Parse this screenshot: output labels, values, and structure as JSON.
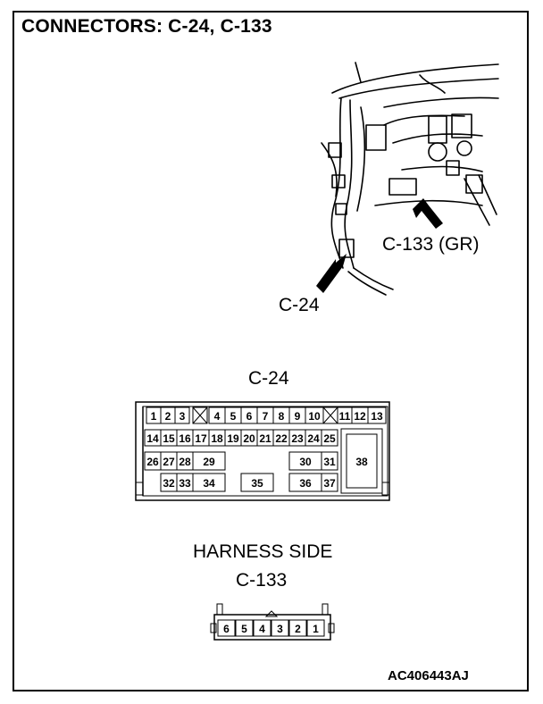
{
  "title": "CONNECTORS: C-24, C-133",
  "photo": {
    "callout_c133": "C-133 (GR)",
    "callout_c24": "C-24"
  },
  "connector_c24": {
    "label": "C-24",
    "pins": [
      "1",
      "2",
      "3",
      "4",
      "5",
      "6",
      "7",
      "8",
      "9",
      "10",
      "11",
      "12",
      "13",
      "14",
      "15",
      "16",
      "17",
      "18",
      "19",
      "20",
      "21",
      "22",
      "23",
      "24",
      "25",
      "26",
      "27",
      "28",
      "29",
      "30",
      "31",
      "32",
      "33",
      "34",
      "35",
      "36",
      "37",
      "38"
    ]
  },
  "connector_c133": {
    "side_label": "HARNESS SIDE",
    "label": "C-133",
    "pins": [
      "6",
      "5",
      "4",
      "3",
      "2",
      "1"
    ]
  },
  "figure_id": "AC406443AJ"
}
